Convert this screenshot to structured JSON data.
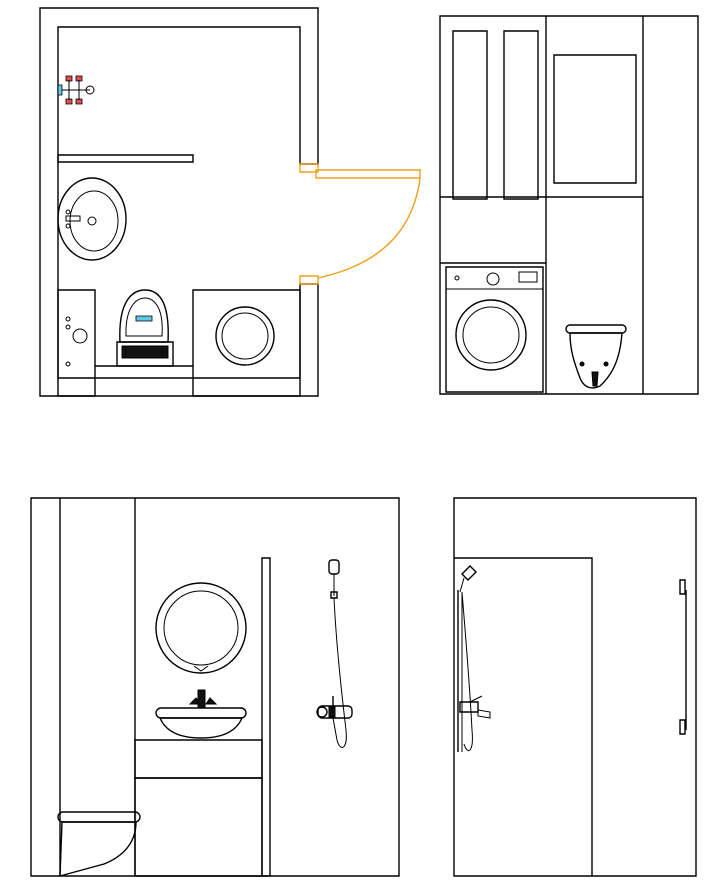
{
  "colors": {
    "line": "#000000",
    "door": "#f0a020",
    "tap_hot": "#e05050",
    "tap_cold": "#5fc8e8",
    "background": "#ffffff"
  },
  "views": [
    {
      "id": "floor-plan",
      "kind": "plan",
      "label": ""
    },
    {
      "id": "elevation-laundry",
      "kind": "elevation",
      "label": ""
    },
    {
      "id": "elevation-basin",
      "kind": "elevation",
      "label": ""
    },
    {
      "id": "elevation-shower",
      "kind": "elevation",
      "label": ""
    }
  ]
}
